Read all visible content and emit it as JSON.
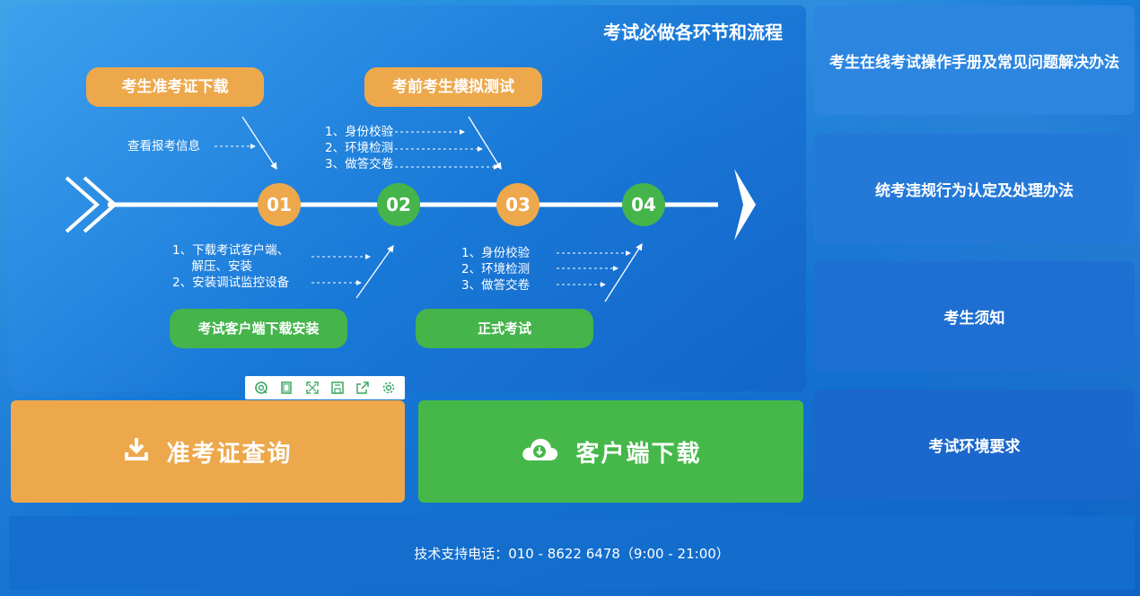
{
  "flow": {
    "title": "考试必做各环节和流程",
    "top_steps": [
      {
        "label": "考生准考证下载",
        "note": "查看报考信息"
      },
      {
        "label": "考前考生模拟测试",
        "note": "1、身份校验\n2、环境检测\n3、做答交卷"
      }
    ],
    "bottom_steps": [
      {
        "label": "考试客户端下载安装",
        "note": "1、下载考试客户端、\n     解压、安装\n2、安装调试监控设备"
      },
      {
        "label": "正式考试",
        "note": "1、身份校验\n2、环境检测\n3、做答交卷"
      }
    ],
    "nodes": [
      "01",
      "02",
      "03",
      "04"
    ]
  },
  "toolbar": {
    "icons": [
      "search-zoom-icon",
      "copy-icon",
      "fullscreen-icon",
      "save-icon",
      "share-icon",
      "settings-icon"
    ]
  },
  "actions": {
    "ticket": "准考证查询",
    "client": "客户端下载"
  },
  "sidebar": {
    "items": [
      {
        "label": "考生在线考试操作手册及常见问题解决办法"
      },
      {
        "label": "统考违规行为认定及处理办法"
      },
      {
        "label": "考生须知"
      },
      {
        "label": "考试环境要求"
      }
    ]
  },
  "footer": {
    "support": "技术支持电话：010 - 8622 6478（9:00 - 21:00）"
  },
  "colors": {
    "orange": "#eda84c",
    "green": "#45b44b",
    "sidebar_bg": "#2273d1"
  }
}
